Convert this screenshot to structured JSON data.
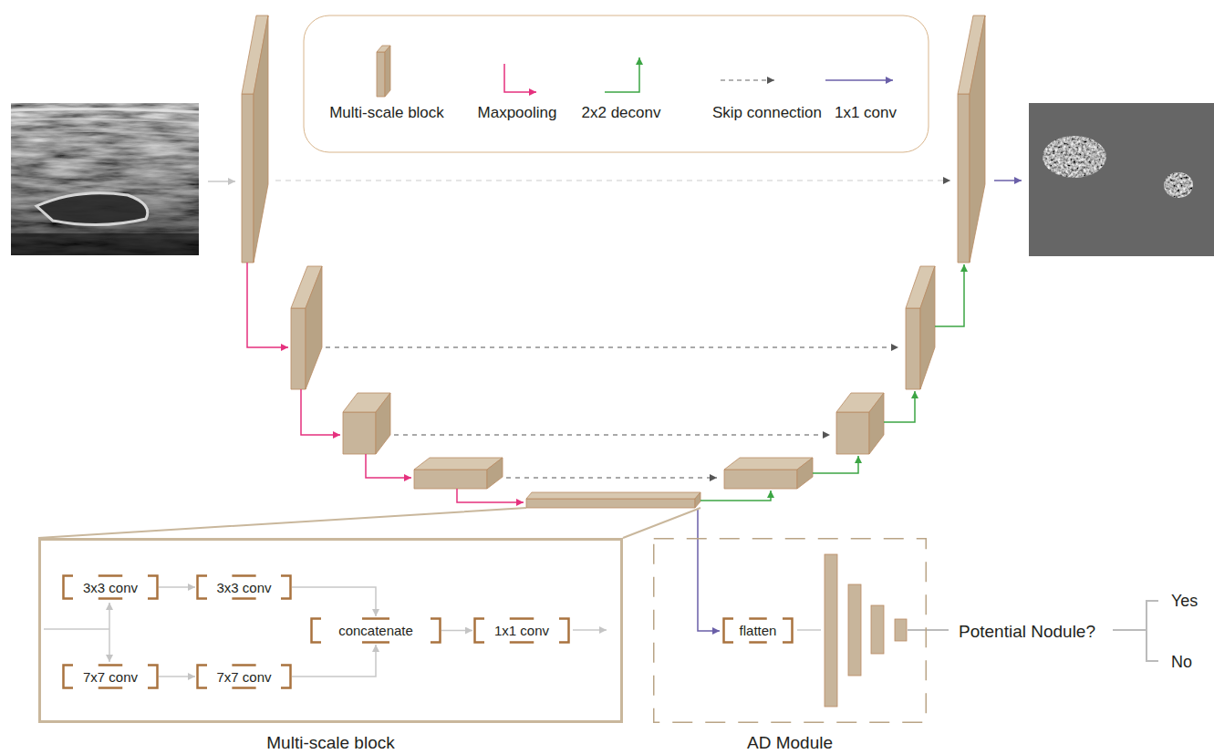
{
  "diagram": {
    "nodes": [
      {
        "text": [
          "Multi-scale block"
        ]
      },
      {
        "text": [
          "3x3 conv"
        ],
        "in": 0
      },
      {
        "text": [
          "3x3 conv"
        ],
        "in": 0
      },
      {
        "text": [
          "7x7 conv"
        ],
        "in": 0
      },
      {
        "text": [
          "7x7 conv"
        ],
        "in": 0
      },
      {
        "text": [
          "concatenate"
        ],
        "in": 0
      },
      {
        "text": [
          "1x1 conv"
        ],
        "in": 0
      },
      {
        "text": [
          "AD Module"
        ]
      },
      {
        "text": [
          "flatten"
        ],
        "in": 7
      }
    ],
    "edges": [
      {
        "from": 1,
        "to": 2,
        "arrow": "to"
      },
      {
        "from": 3,
        "to": 4,
        "arrow": "to"
      },
      {
        "from": 2,
        "to": 5,
        "arrow": "to"
      },
      {
        "from": 4,
        "to": 5,
        "arrow": "to"
      },
      {
        "from": 5,
        "to": 6,
        "arrow": "to"
      }
    ],
    "labels": [
      "Potential Nodule?",
      "Yes",
      "No"
    ],
    "legend": [
      {
        "text": "Multi-scale block"
      },
      {
        "text": "Maxpooling"
      },
      {
        "text": "2x2 deconv"
      },
      {
        "text": "Skip connection"
      },
      {
        "text": "1x1 conv"
      }
    ]
  }
}
